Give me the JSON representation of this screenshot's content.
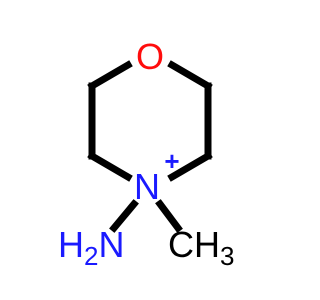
{
  "colors": {
    "bond": "#000000",
    "oxygen": "#ff0d0d",
    "nitrogen": "#1a1aff",
    "carbon": "#000000",
    "background": "#ffffff"
  },
  "atoms": {
    "oxygen": {
      "symbol": "O"
    },
    "ring_nitrogen": {
      "symbol": "N",
      "charge": "+"
    },
    "amino": {
      "symbol": "H",
      "subscript": "2",
      "suffix": "N"
    },
    "methyl": {
      "symbol": "CH",
      "subscript": "3"
    }
  }
}
